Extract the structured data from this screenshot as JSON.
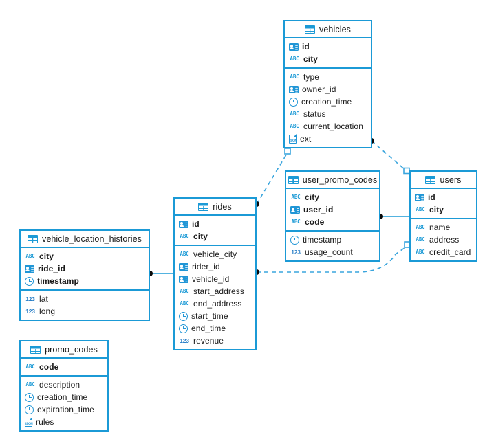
{
  "diagram": {
    "title": "database-er-diagram",
    "accent_color": "#1b9ad6",
    "icon_color": "#2196d6",
    "background": "#ffffff"
  },
  "entities": [
    {
      "id": "vehicles",
      "name": "vehicles",
      "header_icon": "table-icon",
      "keys": [
        {
          "name": "id",
          "icon": "id-card-icon"
        },
        {
          "name": "city",
          "icon": "abc-icon"
        }
      ],
      "fields": [
        {
          "name": "type",
          "icon": "abc-icon"
        },
        {
          "name": "owner_id",
          "icon": "id-card-icon"
        },
        {
          "name": "creation_time",
          "icon": "clock-icon"
        },
        {
          "name": "status",
          "icon": "abc-icon"
        },
        {
          "name": "current_location",
          "icon": "abc-icon"
        },
        {
          "name": "ext",
          "icon": "json-icon"
        }
      ]
    },
    {
      "id": "user_promo_codes",
      "name": "user_promo_codes",
      "header_icon": "table-icon",
      "keys": [
        {
          "name": "city",
          "icon": "abc-icon"
        },
        {
          "name": "user_id",
          "icon": "id-card-icon"
        },
        {
          "name": "code",
          "icon": "abc-icon"
        }
      ],
      "fields": [
        {
          "name": "timestamp",
          "icon": "clock-icon"
        },
        {
          "name": "usage_count",
          "icon": "numeric-icon"
        }
      ]
    },
    {
      "id": "users",
      "name": "users",
      "header_icon": "table-icon",
      "keys": [
        {
          "name": "id",
          "icon": "id-card-icon"
        },
        {
          "name": "city",
          "icon": "abc-icon"
        }
      ],
      "fields": [
        {
          "name": "name",
          "icon": "abc-icon"
        },
        {
          "name": "address",
          "icon": "abc-icon"
        },
        {
          "name": "credit_card",
          "icon": "abc-icon"
        }
      ]
    },
    {
      "id": "rides",
      "name": "rides",
      "header_icon": "table-icon",
      "keys": [
        {
          "name": "id",
          "icon": "id-card-icon"
        },
        {
          "name": "city",
          "icon": "abc-icon"
        }
      ],
      "fields": [
        {
          "name": "vehicle_city",
          "icon": "abc-icon"
        },
        {
          "name": "rider_id",
          "icon": "id-card-icon"
        },
        {
          "name": "vehicle_id",
          "icon": "id-card-icon"
        },
        {
          "name": "start_address",
          "icon": "abc-icon"
        },
        {
          "name": "end_address",
          "icon": "abc-icon"
        },
        {
          "name": "start_time",
          "icon": "clock-icon"
        },
        {
          "name": "end_time",
          "icon": "clock-icon"
        },
        {
          "name": "revenue",
          "icon": "numeric-icon"
        }
      ]
    },
    {
      "id": "vehicle_location_histories",
      "name": "vehicle_location_histories",
      "header_icon": "table-icon",
      "keys": [
        {
          "name": "city",
          "icon": "abc-icon"
        },
        {
          "name": "ride_id",
          "icon": "id-card-icon"
        },
        {
          "name": "timestamp",
          "icon": "clock-icon"
        }
      ],
      "fields": [
        {
          "name": "lat",
          "icon": "numeric-icon"
        },
        {
          "name": "long",
          "icon": "numeric-icon"
        }
      ]
    },
    {
      "id": "promo_codes",
      "name": "promo_codes",
      "header_icon": "table-icon",
      "keys": [
        {
          "name": "code",
          "icon": "abc-icon"
        }
      ],
      "fields": [
        {
          "name": "description",
          "icon": "abc-icon"
        },
        {
          "name": "creation_time",
          "icon": "clock-icon"
        },
        {
          "name": "expiration_time",
          "icon": "clock-icon"
        },
        {
          "name": "rules",
          "icon": "json-icon"
        }
      ]
    }
  ],
  "relationships": [
    {
      "id": "vehicles-users",
      "from": "vehicles",
      "to": "users",
      "style": "dashed",
      "from_marker": "filled-dot",
      "to_marker": "open-square"
    },
    {
      "id": "rides-vehicles",
      "from": "rides",
      "to": "vehicles",
      "style": "dashed",
      "from_marker": "filled-dot",
      "to_marker": "open-square"
    },
    {
      "id": "rides-users",
      "from": "rides",
      "to": "users",
      "style": "dashed",
      "from_marker": "filled-dot",
      "to_marker": "open-square"
    },
    {
      "id": "user_promo_codes-users",
      "from": "user_promo_codes",
      "to": "users",
      "style": "solid",
      "from_marker": "filled-dot",
      "to_marker": "none"
    },
    {
      "id": "vehicle_location_histories-rides",
      "from": "vehicle_location_histories",
      "to": "rides",
      "style": "solid",
      "from_marker": "filled-dot",
      "to_marker": "none"
    }
  ]
}
